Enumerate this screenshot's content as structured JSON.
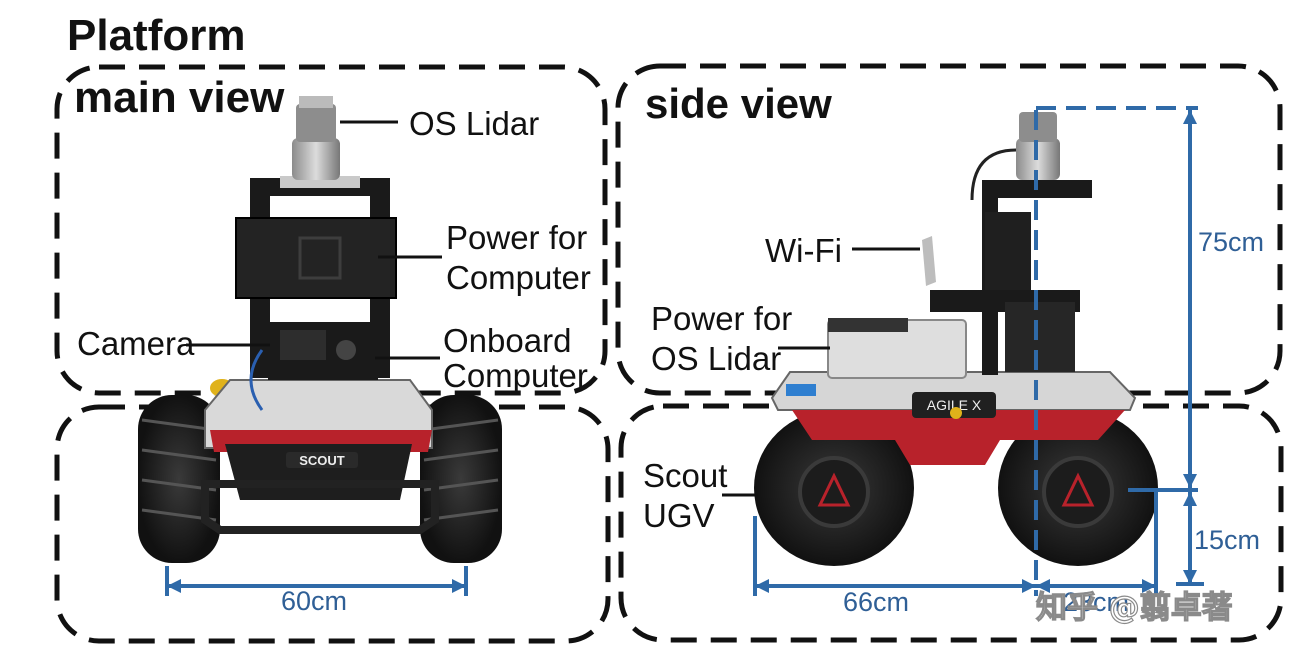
{
  "titles": {
    "platform": "Platform",
    "main_view": "main view",
    "side_view": "side view"
  },
  "labels": {
    "os_lidar": "OS Lidar",
    "power_for_computer_line1": "Power for",
    "power_for_computer_line2": "Computer",
    "camera": "Camera",
    "onboard_line1": "Onboard",
    "onboard_line2": "Computer",
    "wifi": "Wi-Fi",
    "power_for_lidar_line1": "Power for",
    "power_for_lidar_line2": "OS Lidar",
    "scout_line1": "Scout",
    "scout_line2": "UGV"
  },
  "vehicle_text": {
    "brand": "SCOUT",
    "side_brand": "AGILE X"
  },
  "dimensions": {
    "front_width": "60cm",
    "side_length": "66cm",
    "rear_offset": "23cm",
    "height_upper": "75cm",
    "height_lower": "15cm"
  },
  "watermark": "知乎 @翦卓著",
  "colors": {
    "dimension_blue": "#2f6aa8",
    "frame_dash": "#111111",
    "chassis_red": "#b8222b"
  }
}
